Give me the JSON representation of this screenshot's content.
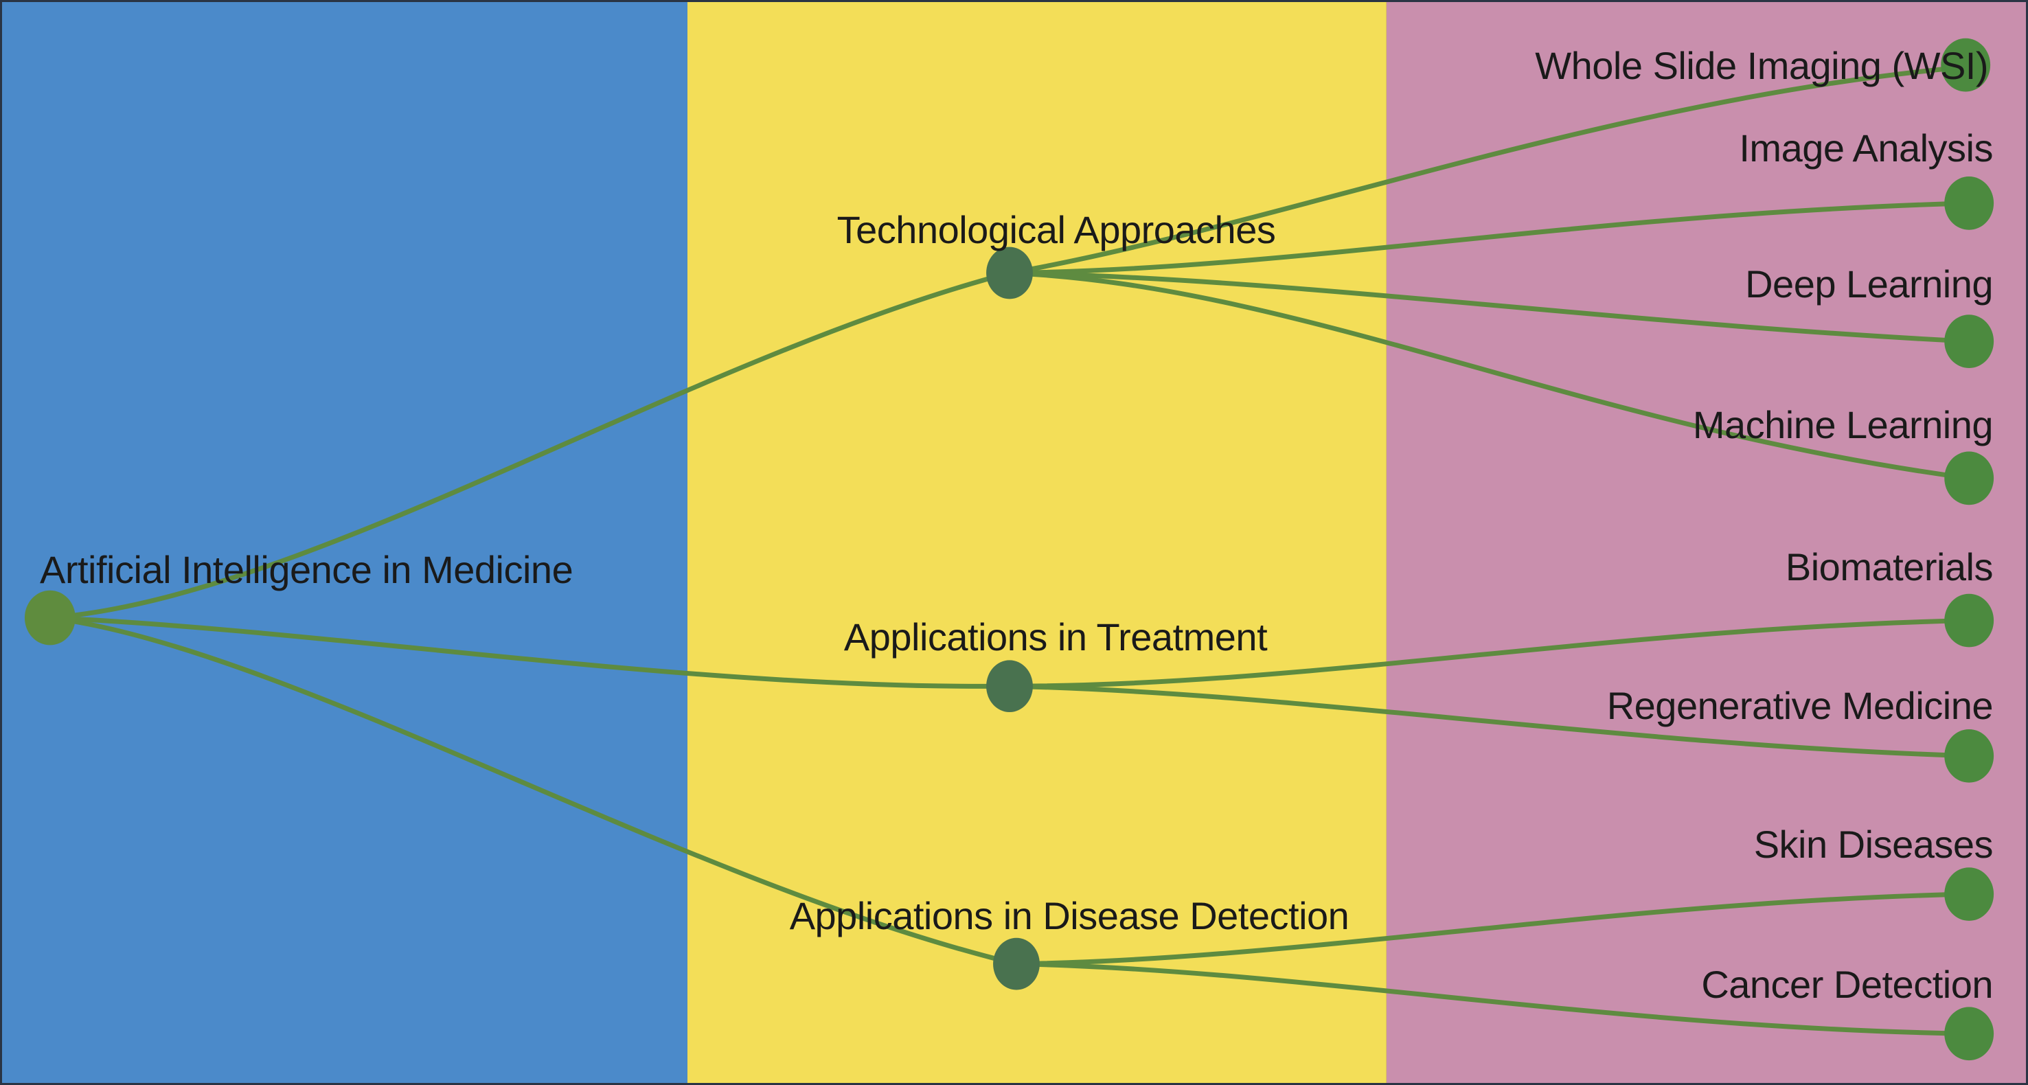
{
  "diagram": {
    "type": "mindmap",
    "direction": "left-to-right",
    "root": {
      "label": "Artificial Intelligence in Medicine",
      "children": [
        {
          "label": "Technological Approaches",
          "children": [
            {
              "label": "Whole Slide Imaging (WSI)"
            },
            {
              "label": "Image Analysis"
            },
            {
              "label": "Deep Learning"
            },
            {
              "label": "Machine Learning"
            }
          ]
        },
        {
          "label": "Applications in Treatment",
          "children": [
            {
              "label": "Biomaterials"
            },
            {
              "label": "Regenerative Medicine"
            }
          ]
        },
        {
          "label": "Applications in Disease Detection",
          "children": [
            {
              "label": "Skin Diseases"
            },
            {
              "label": "Cancer Detection"
            }
          ]
        }
      ]
    },
    "bands": [
      {
        "name": "root level band",
        "color": "#4b8aca"
      },
      {
        "name": "branch level band",
        "color": "#f3de58"
      },
      {
        "name": "leaf level band",
        "color": "#c98fad"
      }
    ],
    "colors": {
      "edge": "#5e8b40",
      "root_dot": "#5f8c3e",
      "branch_dot": "#49724f",
      "leaf_dot": "#4c8a3f",
      "text": "#1a1a1a",
      "frame": "#2a3444"
    }
  }
}
